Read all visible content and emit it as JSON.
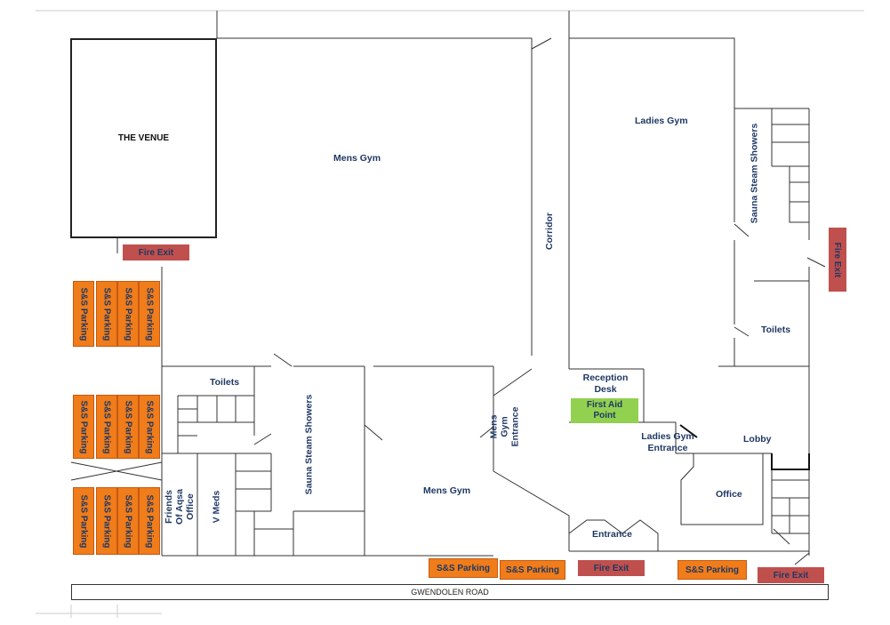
{
  "rooms": {
    "venue": "THE VENUE",
    "mens_gym_top": "Mens Gym",
    "mens_gym_bottom": "Mens Gym",
    "ladies_gym": "Ladies Gym",
    "corridor": "Corridor",
    "sauna_right": "Sauna  Steam Showers",
    "sauna_left": "Sauna  Steam Showers",
    "toilets_right": "Toilets",
    "toilets_left": "Toilets",
    "reception": "Reception Desk",
    "first_aid": "First Aid Point",
    "mens_gym_entrance": "Mens Gym Entrance",
    "ladies_gym_entrance": "Ladies Gym Entrance",
    "lobby": "Lobby",
    "office": "Office",
    "entrance": "Entrance",
    "friends_office": "Friends Of Aqsa Office",
    "v_meds": "V Meds"
  },
  "parking_label": "S&S Parking",
  "fire_exit_label": "Fire Exit",
  "road": "GWENDOLEN ROAD",
  "colors": {
    "parking": "#f07c1a",
    "fire_exit": "#c0504d",
    "first_aid": "#92d050",
    "label_text": "#1f3864"
  }
}
